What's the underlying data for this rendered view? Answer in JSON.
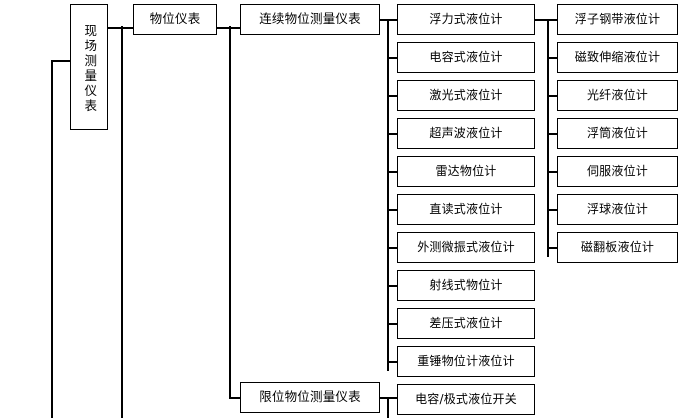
{
  "diagram": {
    "title": "现场测量仪表",
    "type": "tree",
    "orientation": "left-to-right",
    "line_color": "#000000",
    "box_border_color": "#000000",
    "background_color": "#ffffff"
  },
  "level1": {
    "root": "现场测量仪表"
  },
  "level2": {
    "items": [
      {
        "label": "物位仪表"
      }
    ]
  },
  "level3": {
    "items": [
      {
        "label": "连续物位测量仪表"
      },
      {
        "label": "限位物位测量仪表"
      }
    ]
  },
  "level4": {
    "items": [
      {
        "label": "浮力式液位计"
      },
      {
        "label": "电容式液位计"
      },
      {
        "label": "激光式液位计"
      },
      {
        "label": "超声波液位计"
      },
      {
        "label": "雷达物位计"
      },
      {
        "label": "直读式液位计"
      },
      {
        "label": "外测微振式液位计"
      },
      {
        "label": "射线式物位计"
      },
      {
        "label": "差压式液位计"
      },
      {
        "label": "重锤物位计液位计"
      },
      {
        "label": "电容/极式液位开关"
      }
    ]
  },
  "level5": {
    "items": [
      {
        "label": "浮子钢带液位计"
      },
      {
        "label": "磁致伸缩液位计"
      },
      {
        "label": "光纤液位计"
      },
      {
        "label": "浮筒液位计"
      },
      {
        "label": "伺服液位计"
      },
      {
        "label": "浮球液位计"
      },
      {
        "label": "磁翻板液位计"
      }
    ]
  }
}
